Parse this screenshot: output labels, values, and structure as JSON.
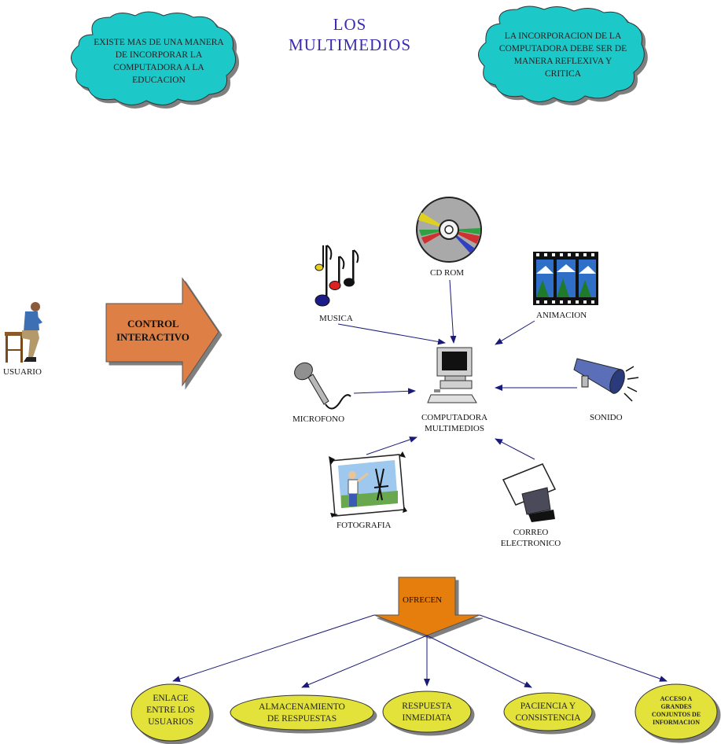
{
  "title": {
    "line1": "LOS",
    "line2": "MULTIMEDIOS"
  },
  "clouds": [
    {
      "text": "EXISTE MAS DE UNA MANERA DE INCORPORAR LA COMPUTADORA A LA EDUCACION"
    },
    {
      "text": "LA INCORPORACION DE LA COMPUTADORA DEBE SER DE MANERA REFLEXIVA Y CRITICA"
    }
  ],
  "usuario": {
    "label": "USUARIO"
  },
  "control": {
    "line1": "CONTROL",
    "line2": "INTERACTIVO"
  },
  "hub": {
    "line1": "COMPUTADORA",
    "line2": "MULTIMEDIOS"
  },
  "media": {
    "musica": "MUSICA",
    "cdrom": "CD ROM",
    "animacion": "ANIMACION",
    "microfono": "MICROFONO",
    "sonido": "SONIDO",
    "fotografia": "FOTOGRAFIA",
    "correo_line1": "CORREO",
    "correo_line2": "ELECTRONICO"
  },
  "ofrecen": "OFRECEN",
  "outcomes": [
    {
      "line1": "ENLACE",
      "line2": "ENTRE LOS",
      "line3": "USUARIOS"
    },
    {
      "line1": "ALMACENAMIENTO",
      "line2": "DE RESPUESTAS"
    },
    {
      "line1": "RESPUESTA",
      "line2": "INMEDIATA"
    },
    {
      "line1": "PACIENCIA Y",
      "line2": "CONSISTENCIA"
    },
    {
      "line1": "ACCESO A",
      "line2": "GRANDES",
      "line3": "CONJUNTOS DE",
      "line4": "INFORMACION"
    }
  ],
  "colors": {
    "cloud": "#1ec8c8",
    "title": "#3a2ab5",
    "arrow_orange": "#de7f45",
    "ofrecen_orange": "#e67e10",
    "oval": "#e2e23a",
    "connector": "#1a1a7a"
  }
}
